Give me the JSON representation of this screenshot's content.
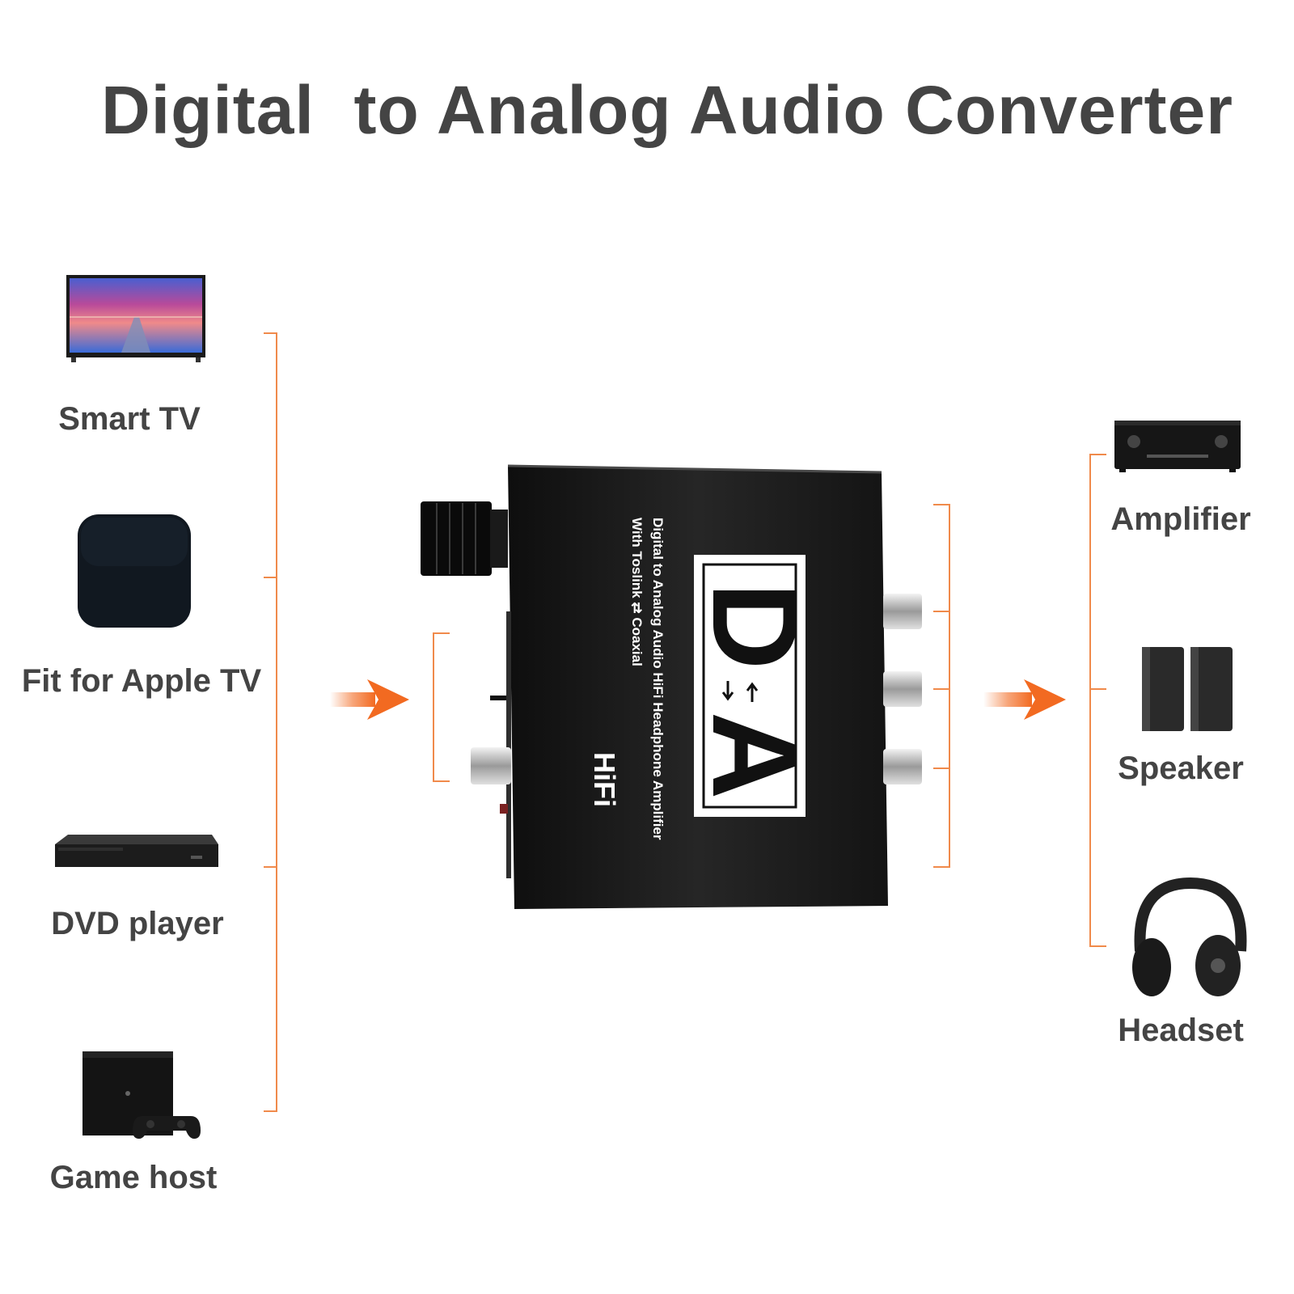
{
  "title": "Digital  to Analog Audio Converter",
  "inputs": [
    {
      "label": "Smart TV",
      "icon": "smart-tv-icon"
    },
    {
      "label": "Fit for Apple TV",
      "icon": "apple-tv-box-icon"
    },
    {
      "label": "DVD player",
      "icon": "dvd-player-icon"
    },
    {
      "label": "Game host",
      "icon": "game-console-icon"
    }
  ],
  "outputs": [
    {
      "label": "Amplifier",
      "icon": "amplifier-icon"
    },
    {
      "label": "Speaker",
      "icon": "speaker-icon"
    },
    {
      "label": "Headset",
      "icon": "headset-icon"
    }
  ],
  "device": {
    "line1": "Digital to Analog Audio HiFi Headphone Amplifier",
    "line2": "With Toslink ⇄ Coaxial",
    "badge": "HiFi",
    "logo_letter_top": "D",
    "logo_letter_bottom": "A"
  },
  "colors": {
    "accent": "#f26a21",
    "bracket": "#f08a4b",
    "text": "#444444",
    "device_body": "#1b1b1b"
  }
}
